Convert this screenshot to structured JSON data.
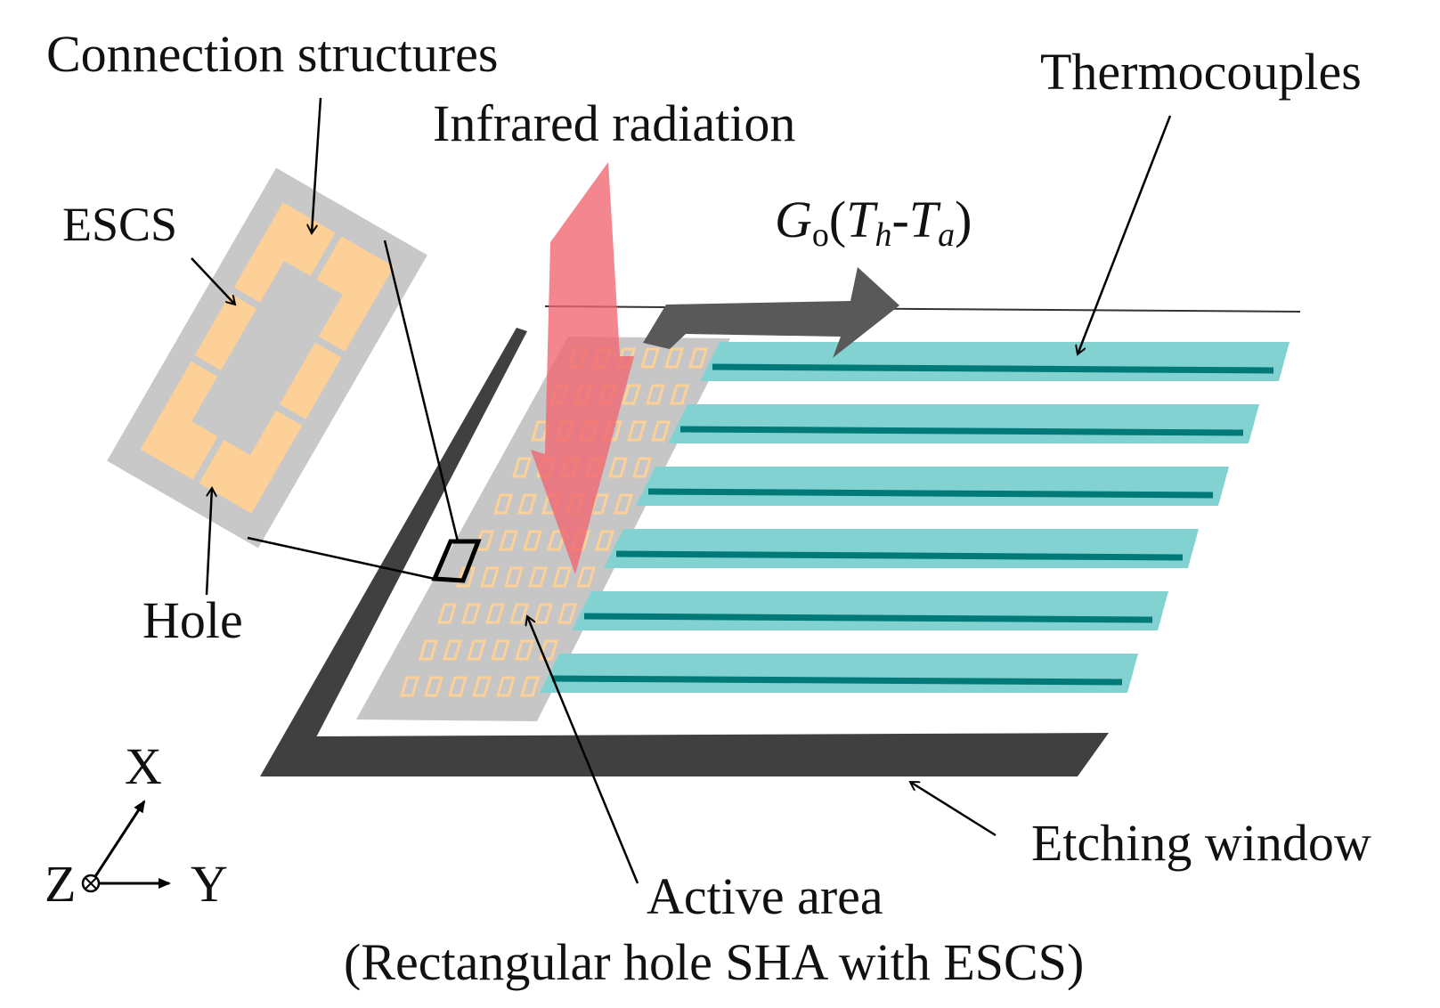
{
  "labels": {
    "connection_structures": "Connection structures",
    "thermocouples": "Thermocouples",
    "infrared_radiation": "Infrared radiation",
    "escs": "ESCS",
    "hole": "Hole",
    "etching_window": "Etching window",
    "active_area": "Active area",
    "active_area_sub": "(Rectangular hole SHA with ESCS)",
    "axis_x": "X",
    "axis_y": "Y",
    "axis_z": "Z"
  },
  "heat_flow": {
    "g": "G",
    "o": "o",
    "open": "(",
    "t1": "T",
    "h": "h",
    "dash": "-",
    "t2": "T",
    "a": "a",
    "close": ")"
  },
  "colors": {
    "frame": "#404040",
    "membrane": "#c3c3c3",
    "escs": "#fcd096",
    "thermocouple_band": "#82d2d2",
    "thermocouple_line": "#007a78",
    "infrared": "#f0646e",
    "arrow": "#595959",
    "zoom_panel": "#c8c8c8"
  },
  "components": {
    "thermocouple_count": 6,
    "hole_grid_rows": 10,
    "hole_grid_cols": 6
  }
}
